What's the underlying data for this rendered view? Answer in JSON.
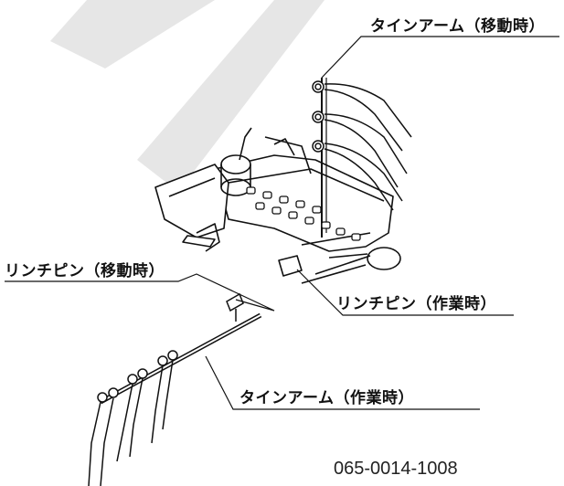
{
  "labels": {
    "tine_arm_transport": "タインアーム（移動時）",
    "linch_pin_transport": "リンチピン（移動時）",
    "linch_pin_work": "リンチピン（作業時）",
    "tine_arm_work": "タインアーム（作業時）"
  },
  "figure_code": "065-0014-1008",
  "colors": {
    "line": "#111111",
    "watermark": "#e6e6e6",
    "background": "#ffffff"
  }
}
